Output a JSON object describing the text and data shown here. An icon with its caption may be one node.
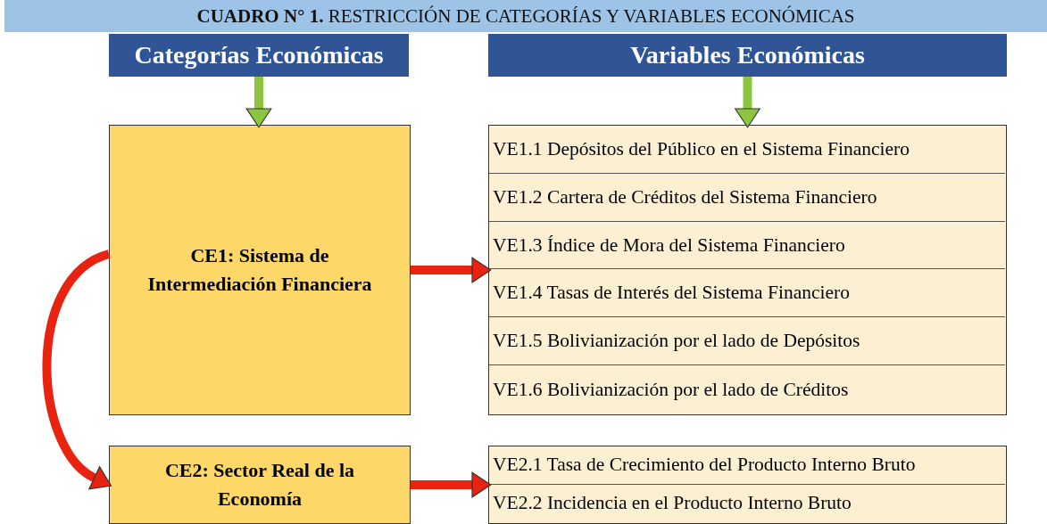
{
  "diagram": {
    "title": "**CUADRO N° 1.** RESTRICCIÓN DE CATEGORÍAS Y VARIABLES ECONÓMICAS",
    "nodes": [
      {
        "text": [
          "Categorías Económicas"
        ]
      },
      {
        "text": [
          "Variables Económicas"
        ]
      },
      {
        "text": [
          "CE1: Sistema de Intermediación Financiera"
        ]
      },
      {
        "text": [],
        "shape": "box"
      },
      {
        "text": [
          "VE1.1 Depósitos del Público en el Sistema Financiero"
        ],
        "in": 3
      },
      {
        "text": [
          "VE1.2 Cartera de Créditos del Sistema Financiero"
        ],
        "in": 3
      },
      {
        "text": [
          "VE1.3 Índice de Mora del Sistema Financiero"
        ],
        "in": 3
      },
      {
        "text": [
          "VE1.4 Tasas de Interés del Sistema Financiero"
        ],
        "in": 3
      },
      {
        "text": [
          "VE1.5 Bolivianización por el lado de Depósitos"
        ],
        "in": 3
      },
      {
        "text": [
          "VE1.6 Bolivianización por el lado de Créditos"
        ],
        "in": 3
      },
      {
        "text": [
          "CE2: Sector Real de la Economía"
        ]
      },
      {
        "text": [],
        "shape": "box"
      },
      {
        "text": [
          "VE2.1 Tasa de Crecimiento del Producto Interno Bruto"
        ],
        "in": 11
      },
      {
        "text": [
          "VE2.2 Incidencia en el Producto Interno Bruto"
        ],
        "in": 11
      }
    ],
    "edges": [
      {
        "from": 0,
        "to": 2,
        "arrow": "to",
        "color": "#8cc63e"
      },
      {
        "from": 1,
        "to": 3,
        "arrow": "to",
        "color": "#8cc63e"
      },
      {
        "from": 2,
        "to": 3,
        "arrow": "to",
        "color": "#e8230f"
      },
      {
        "from": 2,
        "to": 10,
        "arrow": "to",
        "color": "#e8230f"
      },
      {
        "from": 10,
        "to": 11,
        "arrow": "to",
        "color": "#e8230f"
      }
    ]
  }
}
